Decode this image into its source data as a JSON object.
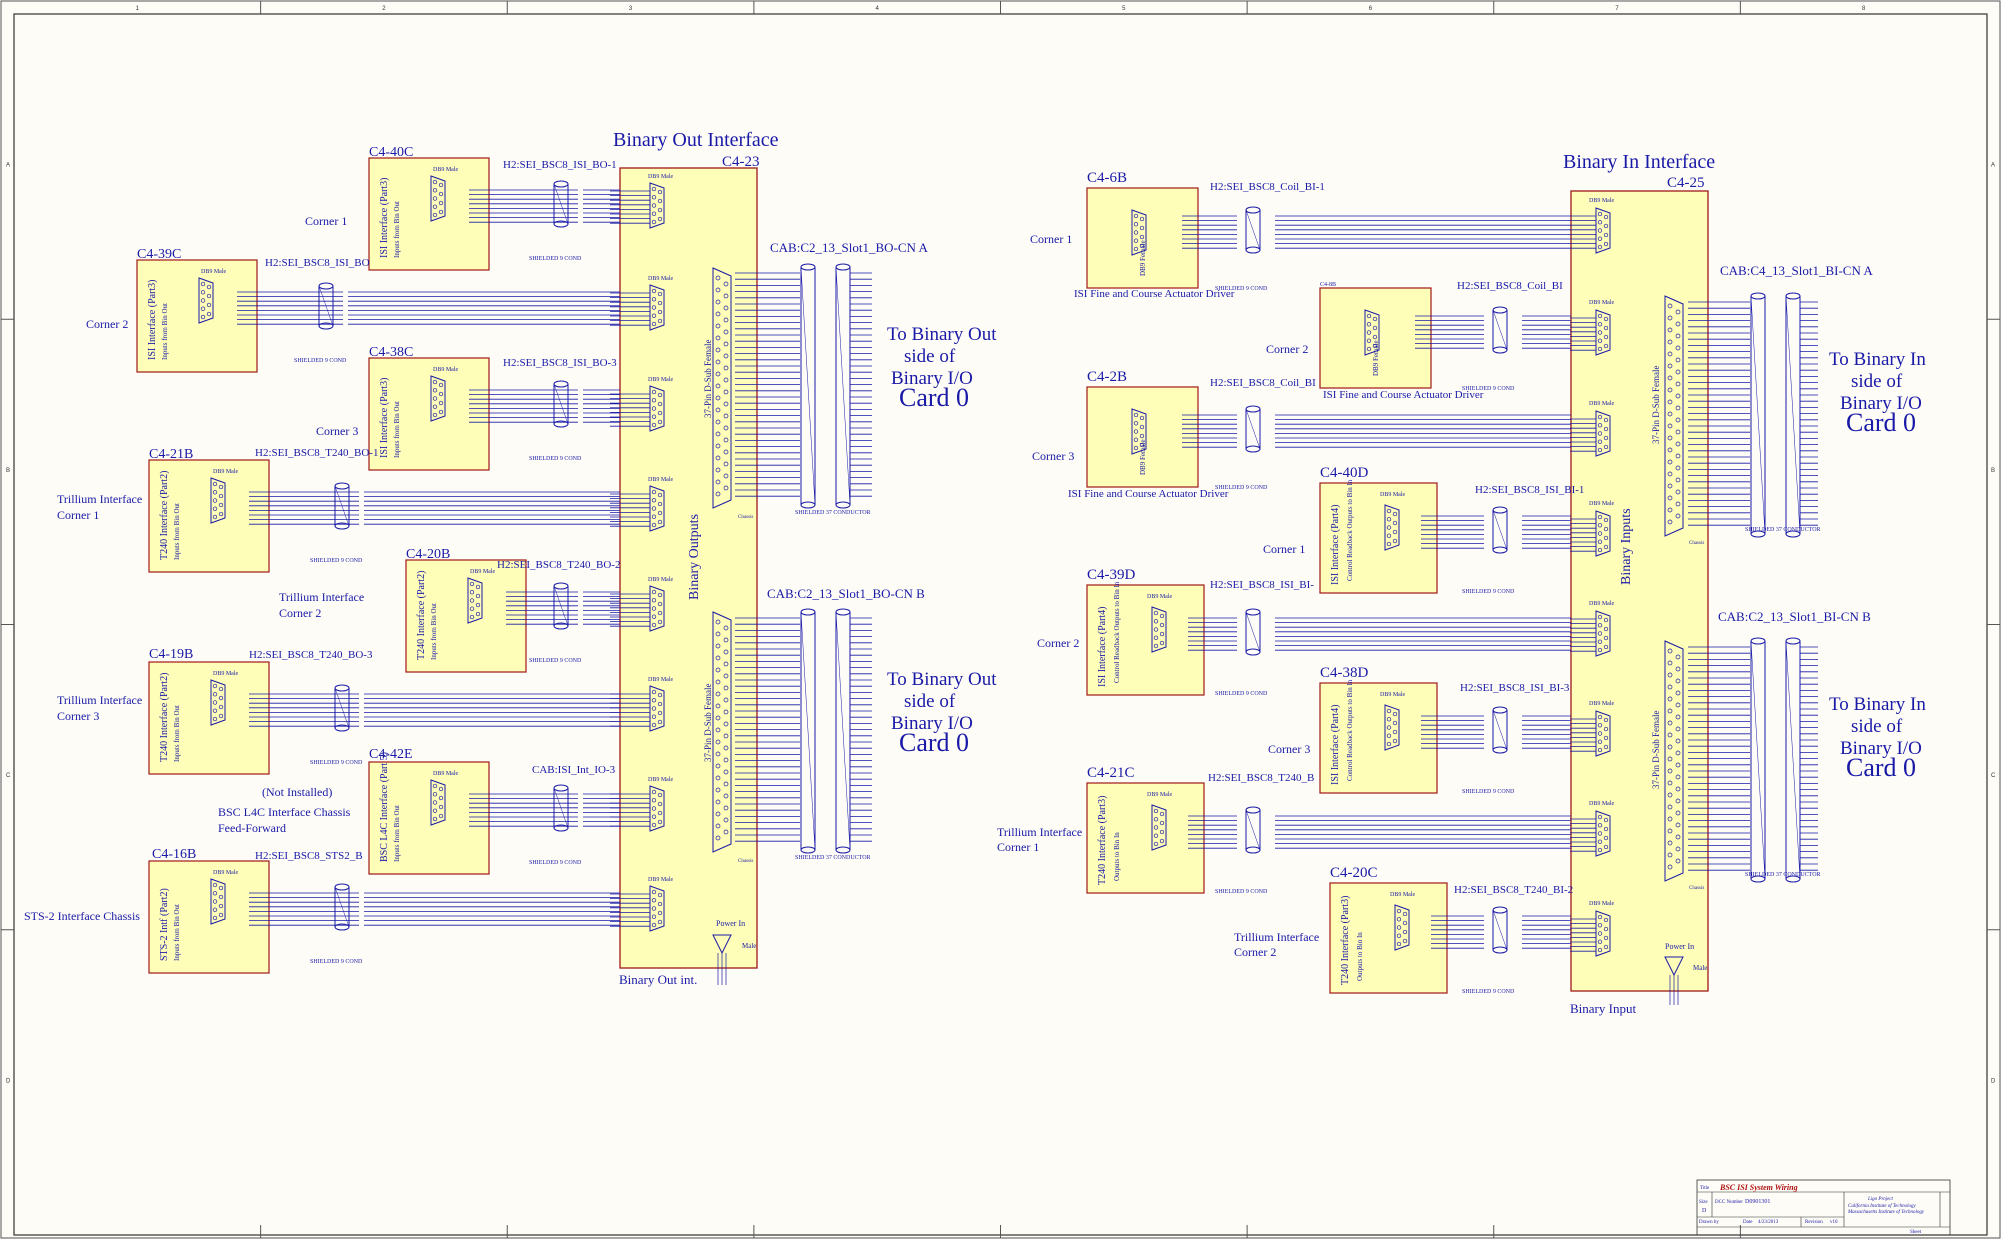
{
  "frame": {
    "col_labels": [
      "1",
      "2",
      "3",
      "4",
      "5",
      "6",
      "7",
      "8"
    ],
    "row_labels": [
      "A",
      "B",
      "C",
      "D"
    ]
  },
  "left": {
    "title": "Binary Out Interface",
    "chassis_ref": "C4-23",
    "chassis_caption": "Binary Out int.",
    "chassis_label": "Binary Outputs",
    "power_label": "Power In",
    "male_label": "Male",
    "db9_header": "DB9 Male",
    "dsub_label": "37-Pin D-Sub Female",
    "cable_tag": "SHIELDED 9 COND",
    "shielded37": "SHIELDED 37 CONDUCTOR",
    "chassis_pin": "Chassis",
    "cables": [
      {
        "name": "CAB:C2_13_Slot1_BO-CN A",
        "dest": [
          "To Binary Out",
          "side of",
          "Binary I/O",
          "Card 0"
        ]
      },
      {
        "name": "CAB:C2_13_Slot1_BO-CN B",
        "dest": [
          "To Binary Out",
          "side of",
          "Binary I/O",
          "Card 0"
        ]
      }
    ],
    "blocks": [
      {
        "ref": "C4-40C",
        "type": "ISI Interface (Part3)",
        "sub": "Inputs from Bin Out",
        "corner": [
          "Corner 1"
        ],
        "cable": "H2:SEI_BSC8_ISI_BO-1"
      },
      {
        "ref": "C4-39C",
        "type": "ISI Interface (Part3)",
        "sub": "Inputs from Bin Out",
        "corner": [
          "Corner 2"
        ],
        "cable": "H2:SEI_BSC8_ISI_BO"
      },
      {
        "ref": "C4-38C",
        "type": "ISI Interface (Part3)",
        "sub": "Inputs from Bin Out",
        "corner": [
          "Corner 3"
        ],
        "cable": "H2:SEI_BSC8_ISI_BO-3"
      },
      {
        "ref": "C4-21B",
        "type": "T240 Interface (Part2)",
        "sub": "Inputs from Bin Out",
        "corner": [
          "Trillium Interface",
          "Corner 1"
        ],
        "cable": "H2:SEI_BSC8_T240_BO-1"
      },
      {
        "ref": "C4-20B",
        "type": "T240 Interface (Part2)",
        "sub": "Inputs from Bin Out",
        "corner": [
          "Trillium Interface",
          "Corner 2"
        ],
        "cable": "H2:SEI_BSC8_T240_BO-2"
      },
      {
        "ref": "C4-19B",
        "type": "T240 Interface (Part2)",
        "sub": "Inputs from Bin Out",
        "corner": [
          "Trillium Interface",
          "Corner 3"
        ],
        "cable": "H2:SEI_BSC8_T240_BO-3"
      },
      {
        "ref": "C4-42E",
        "type": "BSC L4C Interface (Part 5)",
        "sub": "Inputs from Bin Out",
        "corner": [
          "BSC L4C Interface Chassis",
          "Feed-Forward"
        ],
        "cable": "CAB:ISI_Int_IO-3",
        "note": "(Not Installed)"
      },
      {
        "ref": "C4-16B",
        "type": "STS-2 Intf (Part2)",
        "sub": "Inputs from Bin Out",
        "corner": [
          "STS-2 Interface Chassis"
        ],
        "cable": "H2:SEI_BSC8_STS2_B"
      }
    ]
  },
  "right": {
    "title": "Binary In Interface",
    "chassis_ref": "C4-25",
    "chassis_caption": "Binary Input",
    "chassis_label": "Binary Inputs",
    "power_label": "Power In",
    "male_label": "Male",
    "db9_header": "DB9 Male",
    "dsub_label": "37-Pin D-Sub Female",
    "cable_tag": "SHIELDED 9 COND",
    "shielded37": "SHIELDED 37 CONDUCTOR",
    "chassis_pin": "Chassis",
    "cables": [
      {
        "name": "CAB:C4_13_Slot1_BI-CN A",
        "dest": [
          "To Binary In",
          "side of",
          "Binary I/O",
          "Card 0"
        ]
      },
      {
        "name": "CAB:C2_13_Slot1_BI-CN B",
        "dest": [
          "To Binary In",
          "side of",
          "Binary I/O",
          "Card 0"
        ]
      }
    ],
    "blocks": [
      {
        "ref": "C4-6B",
        "sub": "DB9 Female",
        "corner": [
          "Corner 1"
        ],
        "cable": "H2:SEI_BSC8_Coil_BI-1",
        "caption": "ISI Fine and Course Actuator Driver"
      },
      {
        "ref": "C4-8B",
        "sub": "DB9 Female",
        "corner": [
          "Corner 2"
        ],
        "cable": "H2:SEI_BSC8_Coil_BI",
        "caption": "ISI Fine and Course Actuator Driver"
      },
      {
        "ref": "C4-2B",
        "sub": "DB9 Female",
        "corner": [
          "Corner 3"
        ],
        "cable": "H2:SEI_BSC8_Coil_BI",
        "caption": "ISI Fine and Course Actuator Driver"
      },
      {
        "ref": "C4-40D",
        "type": "ISI Interface (Part4)",
        "sub": "Control Readback Outputs to Bin In",
        "corner": [
          "Corner 1"
        ],
        "cable": "H2:SEI_BSC8_ISI_BI-1"
      },
      {
        "ref": "C4-39D",
        "type": "ISI Interface (Part4)",
        "sub": "Control Readback Outputs to Bin In",
        "corner": [
          "Corner 2"
        ],
        "cable": "H2:SEI_BSC8_ISI_BI-"
      },
      {
        "ref": "C4-38D",
        "type": "ISI Interface (Part4)",
        "sub": "Control Readback Outputs to Bin In",
        "corner": [
          "Corner 3"
        ],
        "cable": "H2:SEI_BSC8_ISI_BI-3"
      },
      {
        "ref": "C4-21C",
        "type": "T240 Interface (Part3)",
        "sub": "Outputs to Bin In",
        "corner": [
          "Trillium Interface",
          "Corner 1"
        ],
        "cable": "H2:SEI_BSC8_T240_B"
      },
      {
        "ref": "C4-20C",
        "type": "T240 Interface (Part3)",
        "sub": "Outputs to Bin In",
        "corner": [
          "Trillium Interface",
          "Corner 2"
        ],
        "cable": "H2:SEI_BSC8_T240_BI-2"
      }
    ]
  },
  "title_block": {
    "title_label": "Title",
    "title": "BSC ISI System Wiring",
    "size_label": "Size",
    "size": "D",
    "dcc_label": "DCC Number",
    "dcc": "D0901301",
    "org": [
      "Ligo Project",
      "California Institute of Technology",
      "Massachusetts Institute of Technology"
    ],
    "drawn_label": "Drawn by",
    "date_label": "Date",
    "date": "4/23/2013",
    "rev_label": "Revision",
    "rev": "v10",
    "sheet_label": "Sheet"
  }
}
